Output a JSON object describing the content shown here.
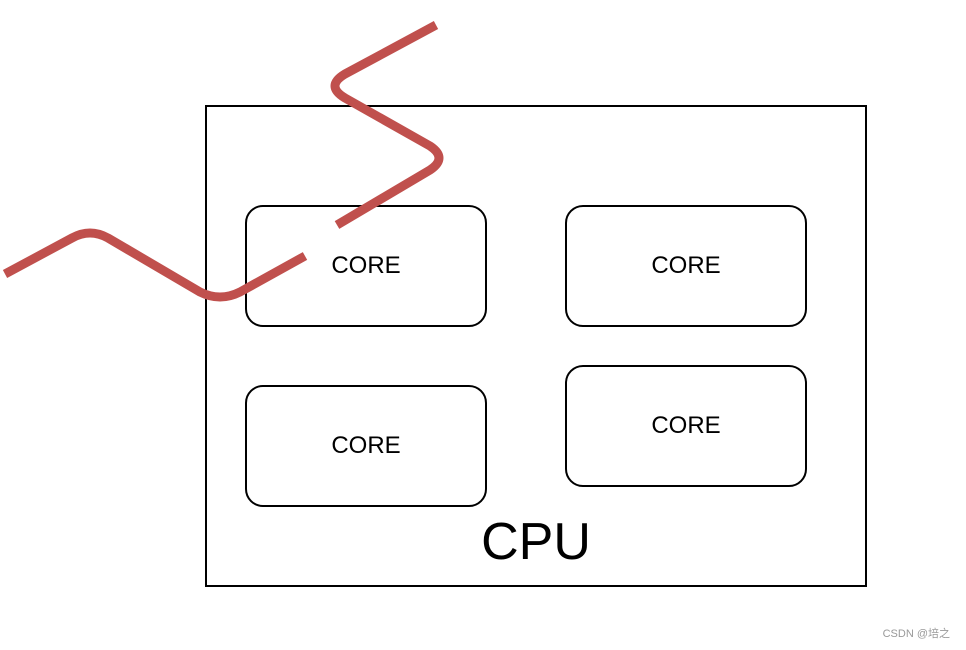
{
  "diagram": {
    "cpu_label": "CPU",
    "cores": [
      {
        "label": "CORE"
      },
      {
        "label": "CORE"
      },
      {
        "label": "CORE"
      },
      {
        "label": "CORE"
      }
    ],
    "colors": {
      "outline": "#000000",
      "signal": "#c0504d",
      "background": "#ffffff"
    }
  },
  "watermark": "CSDN @培之"
}
